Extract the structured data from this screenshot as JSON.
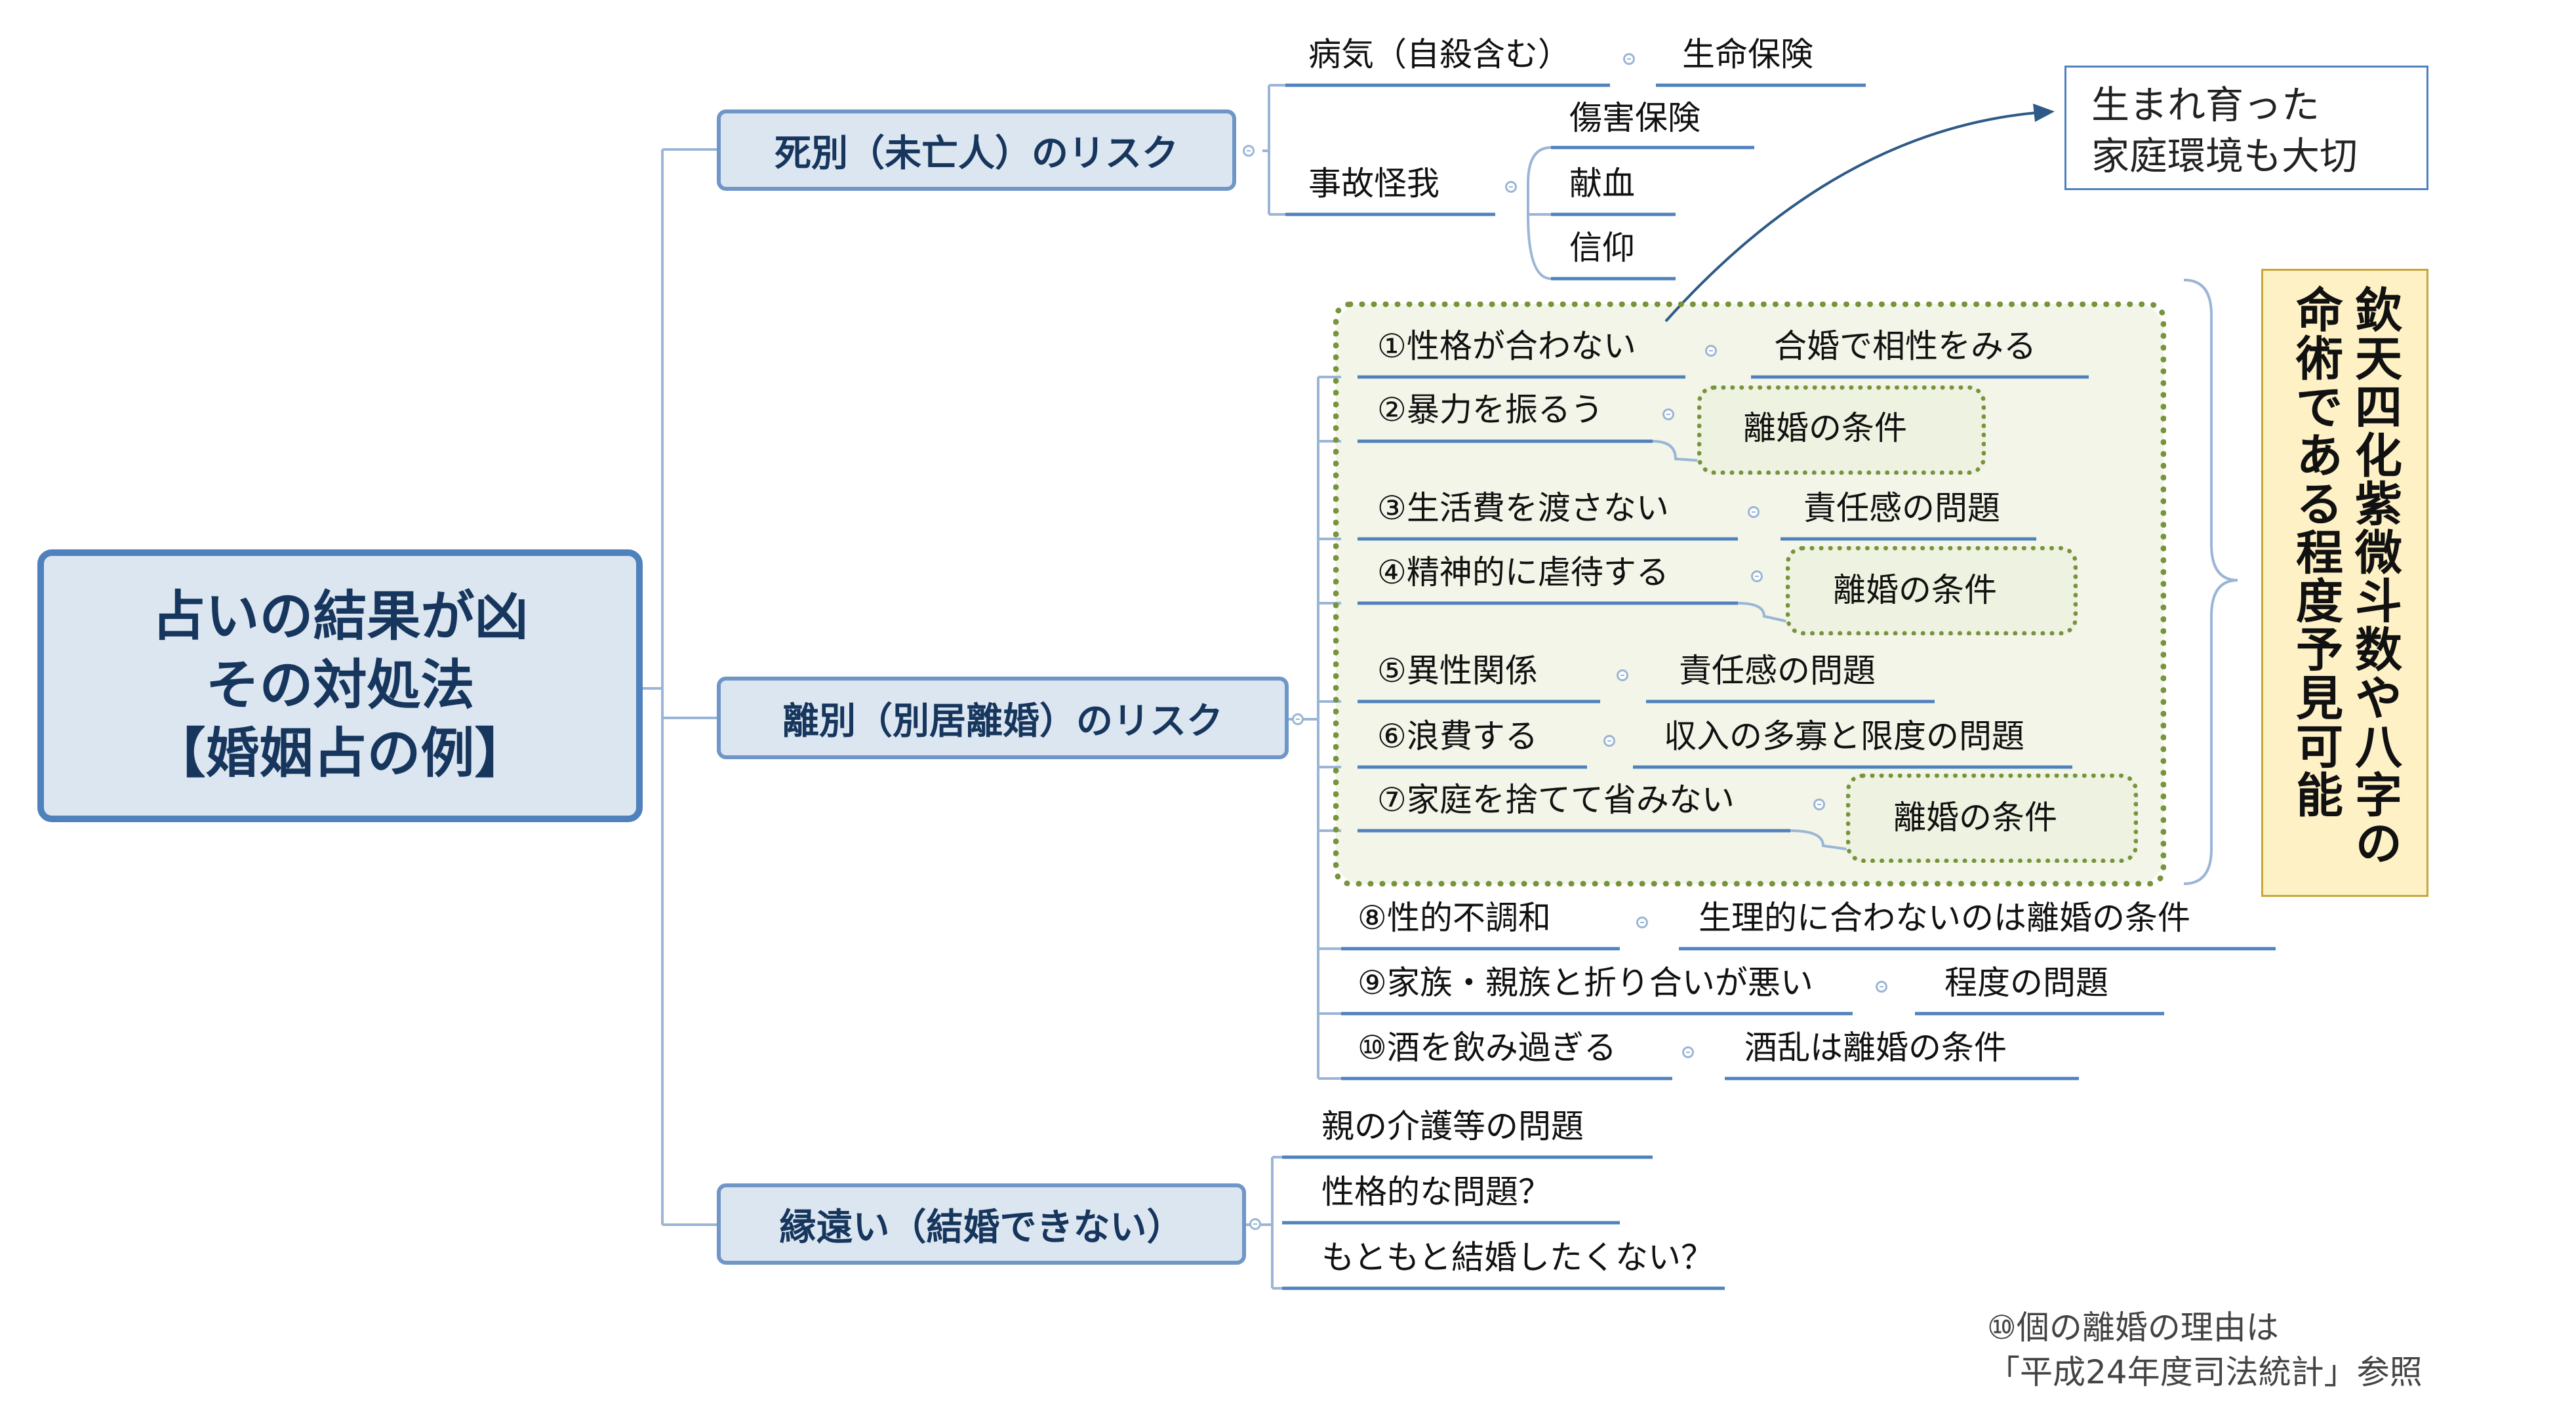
{
  "center": {
    "line1": "占いの結果が凶",
    "line2": "その対処法",
    "line3": "【婚姻占の例】"
  },
  "branches": {
    "death": {
      "label": "死別（未亡人）のリスク",
      "illness": {
        "label": "病気（自殺含む）",
        "answer": "生命保険"
      },
      "accident": {
        "label": "事故怪我",
        "items": [
          "傷害保険",
          "献血",
          "信仰"
        ]
      }
    },
    "divorce": {
      "label": "離別（別居離婚）のリスク",
      "reasons": [
        {
          "label": "①性格が合わない",
          "answer": "合婚で相性をみる"
        },
        {
          "label": "②暴力を振るう",
          "answer": "離婚の条件"
        },
        {
          "label": "③生活費を渡さない",
          "answer": "責任感の問題"
        },
        {
          "label": "④精神的に虐待する",
          "answer": "離婚の条件"
        },
        {
          "label": "⑤異性関係",
          "answer": "責任感の問題"
        },
        {
          "label": "⑥浪費する",
          "answer": "収入の多寡と限度の問題"
        },
        {
          "label": "⑦家庭を捨てて省みない",
          "answer": "離婚の条件"
        },
        {
          "label": "⑧性的不調和",
          "answer": "生理的に合わないのは離婚の条件"
        },
        {
          "label": "⑨家族・親族と折り合いが悪い",
          "answer": "程度の問題"
        },
        {
          "label": "⑩酒を飲み過ぎる",
          "answer": "酒乱は離婚の条件"
        }
      ]
    },
    "nomarriage": {
      "label": "縁遠い（結婚できない）",
      "items": [
        "親の介護等の問題",
        "性格的な問題？",
        "もともと結婚したくない？"
      ]
    }
  },
  "callout": {
    "line1": "生まれ育った",
    "line2": "家庭環境も大切"
  },
  "side_note": {
    "col1": "欽天四化紫微斗数や八字の",
    "col2": "命術である程度予見可能"
  },
  "footnote": {
    "line1": "⑩個の離婚の理由は",
    "line2": "「平成24年度司法統計」参照"
  },
  "colors": {
    "branch_fill": "#dce6f1",
    "branch_border": "#6f96c6",
    "connector": "#4f81bd",
    "green_border": "#77933c",
    "group_fill": "#f2f5e8",
    "side_fill": "#fef1c6",
    "side_border": "#c9a63a"
  }
}
